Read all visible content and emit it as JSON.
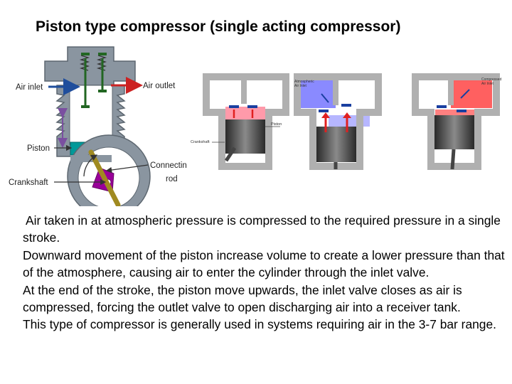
{
  "title": "Piston type compressor (single acting compressor)",
  "diagram_left": {
    "labels": {
      "air_inlet": "Air inlet",
      "air_outlet": "Air outlet",
      "piston": "Piston",
      "crankshaft": "Crankshaft",
      "connecting_rod_line1": "Connectin",
      "connecting_rod_line2": "rod"
    },
    "colors": {
      "body": "#8a95a0",
      "piston": "#009999",
      "crank": "#990099",
      "rod": "#a08a20",
      "valve": "#226622",
      "inlet_arrow": "#1f4e9c",
      "outlet_arrow": "#cc2222"
    }
  },
  "diagram_stages": {
    "labels": {
      "atmospheric_air_inlet_line1": "Atmospheric",
      "atmospheric_air_inlet_line2": "Air Inlet",
      "compressed_air_inlet_line1": "Compressed",
      "compressed_air_inlet_line2": "Air Inlet",
      "piston": "Piston",
      "crankshaft": "Crankshaft"
    },
    "colors": {
      "wall": "#b0b0b0",
      "low_pressure_air": "#8a8aff",
      "high_pressure_air": "#ff6060",
      "arrow_red": "#e02020",
      "valve_blue": "#1a3fa0"
    }
  },
  "paragraphs": [
    "Air taken in at atmospheric pressure is compressed to the required pressure in a single stroke.",
    "Downward movement of the piston increase volume to create a lower pressure than that of the atmosphere, causing air to enter the cylinder through the inlet valve.",
    "At the end of the stroke, the piston move upwards, the inlet valve closes as air is compressed, forcing the outlet valve to open discharging air into a receiver tank.",
    "This type of compressor is generally used in systems requiring air in the 3-7 bar range."
  ]
}
